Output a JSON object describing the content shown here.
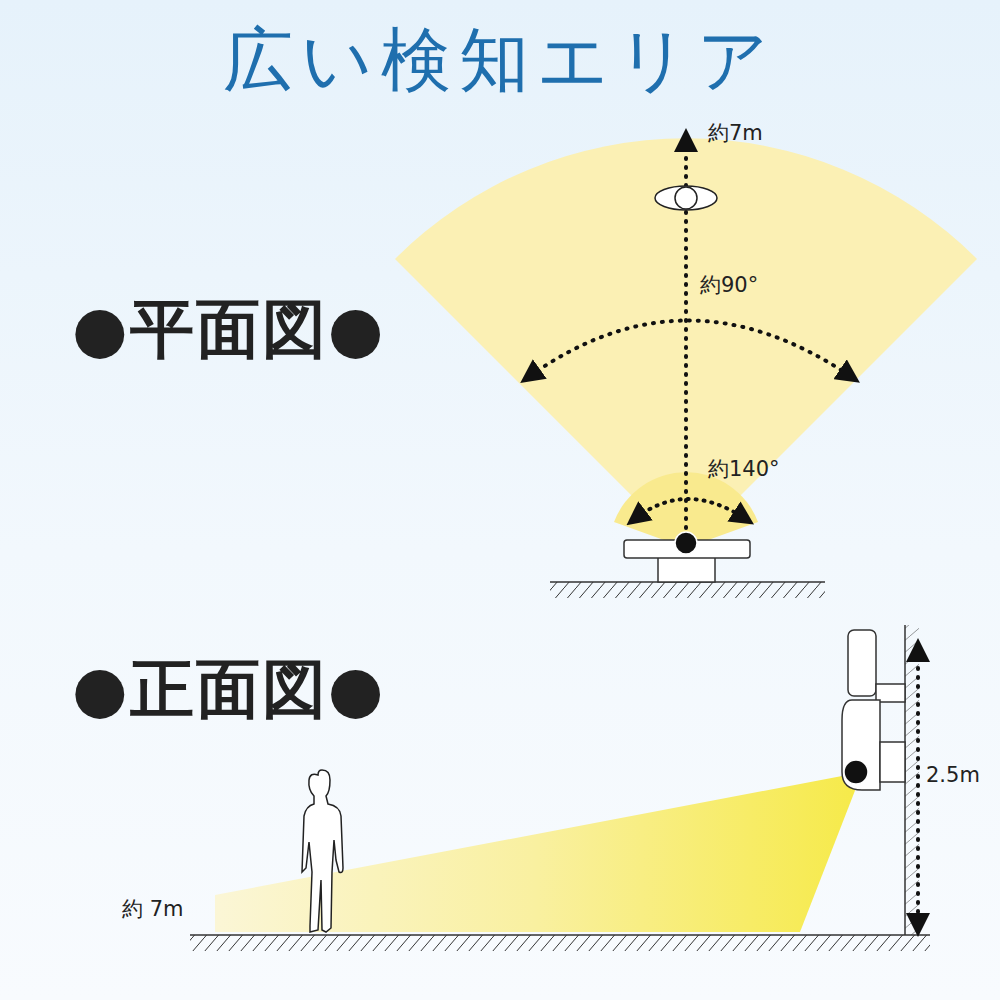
{
  "diagram": {
    "title": "広い検知エリア",
    "labels": [
      "●平面図●",
      "約7m",
      "約90°",
      "約140°",
      "●正面図●",
      "2.5m",
      "約 7m"
    ]
  }
}
